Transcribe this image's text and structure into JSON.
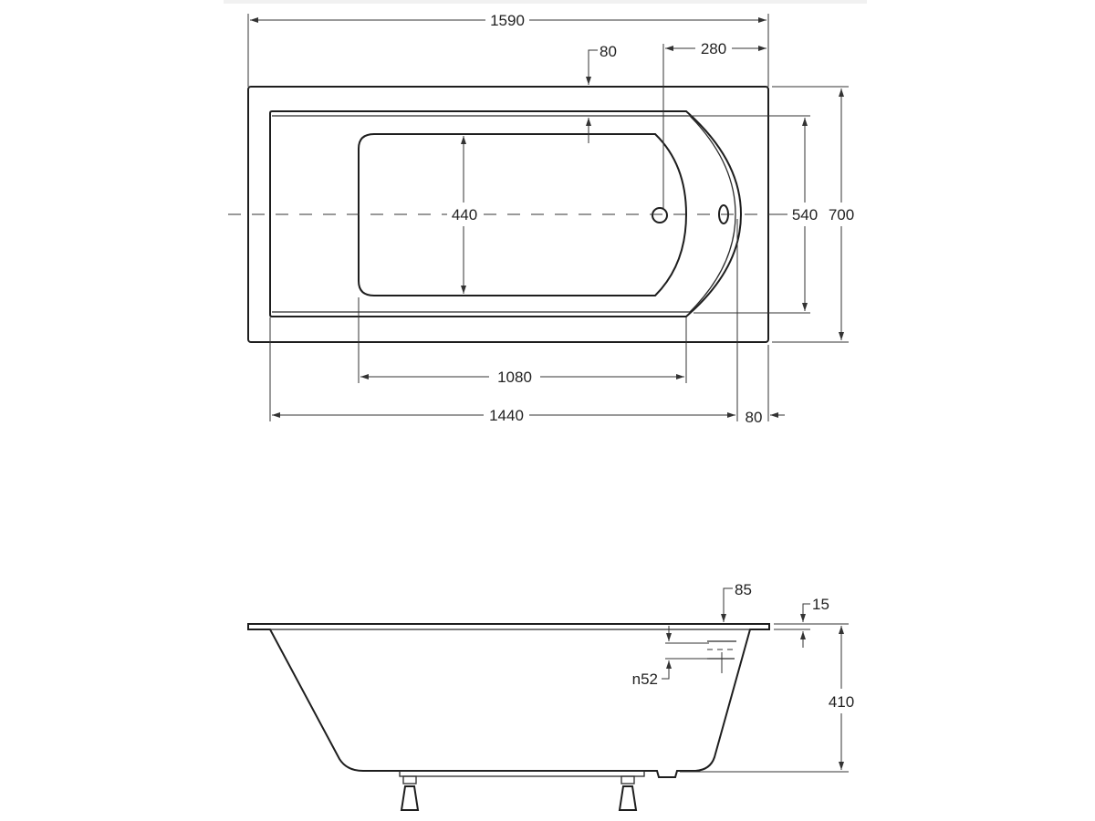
{
  "top_view": {
    "overall_length": "1590",
    "rim_offset": "80",
    "drain_offset": "280",
    "basin_width": "440",
    "inner_width": "540",
    "overall_width": "700",
    "basin_length": "1080",
    "inner_length": "1440",
    "end_rim": "80"
  },
  "side_view": {
    "overflow_offset": "85",
    "rim_thickness": "15",
    "overflow_diameter": "n52",
    "height": "410"
  },
  "colors": {
    "line": "#222222",
    "background": "#ffffff"
  }
}
